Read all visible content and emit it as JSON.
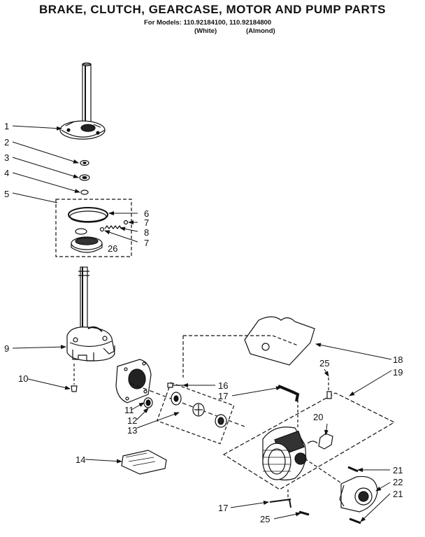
{
  "header": {
    "title": "BRAKE, CLUTCH, GEARCASE, MOTOR AND  PUMP PARTS",
    "models_line": "For Models: 110.92184100, 110.92184800",
    "variant_white": "(White)",
    "variant_almond": "(Almond)"
  },
  "callouts": [
    "1",
    "2",
    "3",
    "4",
    "5",
    "6",
    "7",
    "8",
    "7",
    "26",
    "9",
    "10",
    "11",
    "12",
    "13",
    "14",
    "16",
    "17",
    "18",
    "19",
    "20",
    "21",
    "22",
    "21",
    "17",
    "25",
    "25"
  ]
}
